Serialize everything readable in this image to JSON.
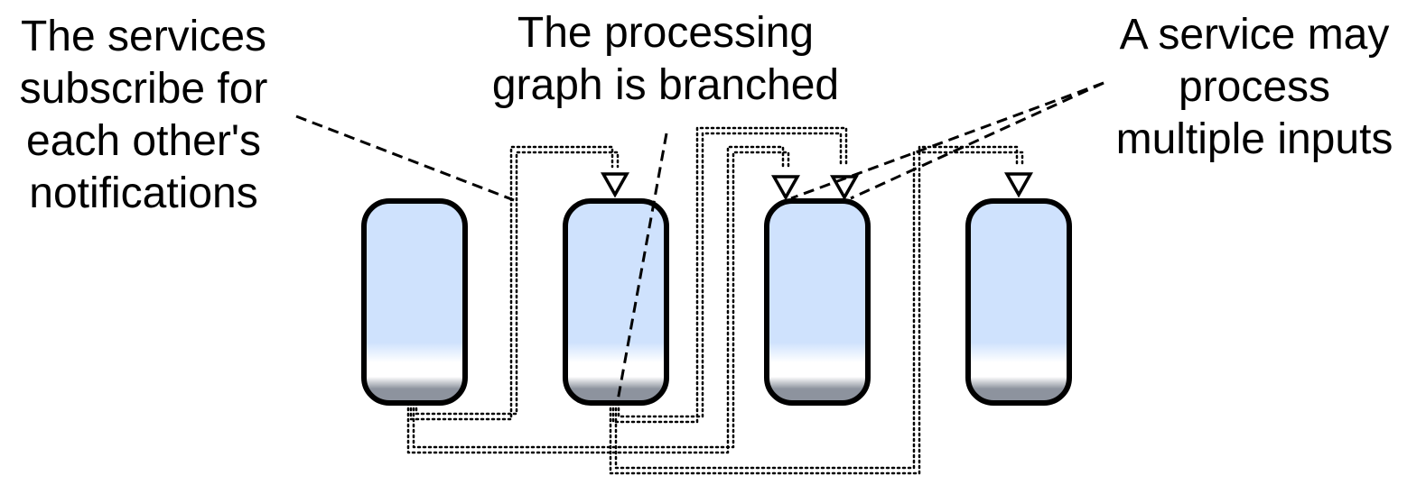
{
  "captions": {
    "subscribe": [
      "The services",
      "subscribe for",
      "each other's",
      "notifications"
    ],
    "branched": [
      "The processing",
      "graph is branched"
    ],
    "multiple": [
      "A service may",
      "process",
      "multiple inputs"
    ]
  },
  "colors": {
    "box_fill_top": "#cfe2fd",
    "box_fill_white": "#ffffff",
    "box_fill_bottom": "#8d939e",
    "box_stroke": "#000000"
  },
  "services": [
    {
      "id": "service-1",
      "inputs": 0
    },
    {
      "id": "service-2",
      "inputs": 1
    },
    {
      "id": "service-3",
      "inputs": 2
    },
    {
      "id": "service-4",
      "inputs": 1
    }
  ]
}
